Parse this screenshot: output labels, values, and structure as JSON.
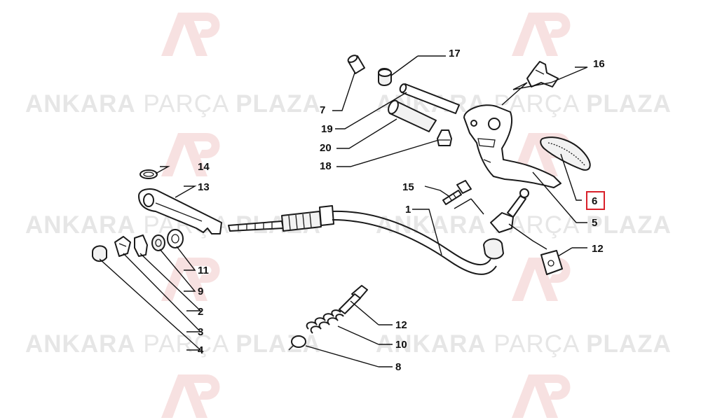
{
  "watermark": {
    "part1": "ANKARA",
    "part2": "PARÇA",
    "part3": "PLAZA"
  },
  "callouts": {
    "c1": "1",
    "c2": "2",
    "c3": "3",
    "c4": "4",
    "c5": "5",
    "c6": "6",
    "c7": "7",
    "c8": "8",
    "c9": "9",
    "c10": "10",
    "c11": "11",
    "c12a": "12",
    "c12b": "12",
    "c13": "13",
    "c14": "14",
    "c15": "15",
    "c16": "16",
    "c17": "17",
    "c18": "18",
    "c19": "19",
    "c20": "20"
  },
  "highlight": {
    "callout": "6",
    "color": "#d9202a"
  },
  "colors": {
    "watermark_text": "#e6e6e6",
    "watermark_logo": "#f6dcdc",
    "line": "#1a1a1a"
  }
}
